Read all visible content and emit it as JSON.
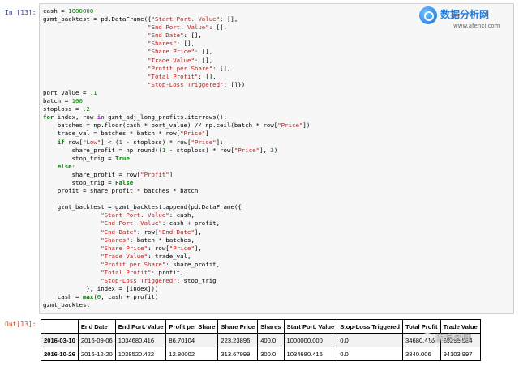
{
  "input_prompt": "In [13]:",
  "output_prompt": "Out[13]:",
  "logo": {
    "title": "数据分析网",
    "url": "www.afenxi.com"
  },
  "watermark": "沈浪老师",
  "code_lines": [
    [
      {
        "t": "cash = "
      },
      {
        "t": "1000000",
        "c": "num"
      }
    ],
    [
      {
        "t": "gzmt_backtest = pd.DataFrame({"
      },
      {
        "t": "\"Start Port. Value\"",
        "c": "str"
      },
      {
        "t": ": [],"
      }
    ],
    [
      {
        "t": "                             "
      },
      {
        "t": "\"End Port. Value\"",
        "c": "str"
      },
      {
        "t": ": [],"
      }
    ],
    [
      {
        "t": "                             "
      },
      {
        "t": "\"End Date\"",
        "c": "str"
      },
      {
        "t": ": [],"
      }
    ],
    [
      {
        "t": "                             "
      },
      {
        "t": "\"Shares\"",
        "c": "str"
      },
      {
        "t": ": [],"
      }
    ],
    [
      {
        "t": "                             "
      },
      {
        "t": "\"Share Price\"",
        "c": "str"
      },
      {
        "t": ": [],"
      }
    ],
    [
      {
        "t": "                             "
      },
      {
        "t": "\"Trade Value\"",
        "c": "str"
      },
      {
        "t": ": [],"
      }
    ],
    [
      {
        "t": "                             "
      },
      {
        "t": "\"Profit per Share\"",
        "c": "str"
      },
      {
        "t": ": [],"
      }
    ],
    [
      {
        "t": "                             "
      },
      {
        "t": "\"Total Profit\"",
        "c": "str"
      },
      {
        "t": ": [],"
      }
    ],
    [
      {
        "t": "                             "
      },
      {
        "t": "\"Stop-Loss Triggered\"",
        "c": "str"
      },
      {
        "t": ": []})"
      }
    ],
    [
      {
        "t": "port_value = "
      },
      {
        "t": ".1",
        "c": "num"
      }
    ],
    [
      {
        "t": "batch = "
      },
      {
        "t": "100",
        "c": "num"
      }
    ],
    [
      {
        "t": "stoploss = "
      },
      {
        "t": ".2",
        "c": "num"
      }
    ],
    [
      {
        "t": "for",
        "c": "kw"
      },
      {
        "t": " index, row "
      },
      {
        "t": "in",
        "c": "op"
      },
      {
        "t": " gzmt_adj_long_profits.iterrows():"
      }
    ],
    [
      {
        "t": "    batches = np.floor(cash * port_value) // np.ceil(batch * row["
      },
      {
        "t": "\"Price\"",
        "c": "str"
      },
      {
        "t": "])"
      }
    ],
    [
      {
        "t": "    trade_val = batches * batch * row["
      },
      {
        "t": "\"Price\"",
        "c": "str"
      },
      {
        "t": "]"
      }
    ],
    [
      {
        "t": "    "
      },
      {
        "t": "if",
        "c": "kw"
      },
      {
        "t": " row["
      },
      {
        "t": "\"Low\"",
        "c": "str"
      },
      {
        "t": "] < ("
      },
      {
        "t": "1",
        "c": "num"
      },
      {
        "t": " - stoploss) * row["
      },
      {
        "t": "\"Price\"",
        "c": "str"
      },
      {
        "t": "]:"
      }
    ],
    [
      {
        "t": "        share_profit = np.round(("
      },
      {
        "t": "1",
        "c": "num"
      },
      {
        "t": " - stoploss) * row["
      },
      {
        "t": "\"Price\"",
        "c": "str"
      },
      {
        "t": "], "
      },
      {
        "t": "2",
        "c": "num"
      },
      {
        "t": ")"
      }
    ],
    [
      {
        "t": "        stop_trig = "
      },
      {
        "t": "True",
        "c": "kw"
      }
    ],
    [
      {
        "t": "    "
      },
      {
        "t": "else",
        "c": "kw"
      },
      {
        "t": ":"
      }
    ],
    [
      {
        "t": "        share_profit = row["
      },
      {
        "t": "\"Profit\"",
        "c": "str"
      },
      {
        "t": "]"
      }
    ],
    [
      {
        "t": "        stop_trig = "
      },
      {
        "t": "False",
        "c": "kw"
      }
    ],
    [
      {
        "t": "    profit = share_profit * batches * batch"
      }
    ],
    [
      {
        "t": ""
      }
    ],
    [
      {
        "t": "    gzmt_backtest = gzmt_backtest.append(pd.DataFrame({"
      }
    ],
    [
      {
        "t": "                "
      },
      {
        "t": "\"Start Port. Value\"",
        "c": "str"
      },
      {
        "t": ": cash,"
      }
    ],
    [
      {
        "t": "                "
      },
      {
        "t": "\"End Port. Value\"",
        "c": "str"
      },
      {
        "t": ": cash + profit,"
      }
    ],
    [
      {
        "t": "                "
      },
      {
        "t": "\"End Date\"",
        "c": "str"
      },
      {
        "t": ": row["
      },
      {
        "t": "\"End Date\"",
        "c": "str"
      },
      {
        "t": "],"
      }
    ],
    [
      {
        "t": "                "
      },
      {
        "t": "\"Shares\"",
        "c": "str"
      },
      {
        "t": ": batch * batches,"
      }
    ],
    [
      {
        "t": "                "
      },
      {
        "t": "\"Share Price\"",
        "c": "str"
      },
      {
        "t": ": row["
      },
      {
        "t": "\"Price\"",
        "c": "str"
      },
      {
        "t": "],"
      }
    ],
    [
      {
        "t": "                "
      },
      {
        "t": "\"Trade Value\"",
        "c": "str"
      },
      {
        "t": ": trade_val,"
      }
    ],
    [
      {
        "t": "                "
      },
      {
        "t": "\"Profit per Share\"",
        "c": "str"
      },
      {
        "t": ": share_profit,"
      }
    ],
    [
      {
        "t": "                "
      },
      {
        "t": "\"Total Profit\"",
        "c": "str"
      },
      {
        "t": ": profit,"
      }
    ],
    [
      {
        "t": "                "
      },
      {
        "t": "\"Stop-Loss Triggered\"",
        "c": "str"
      },
      {
        "t": ": stop_trig"
      }
    ],
    [
      {
        "t": "            }, index = [index]))"
      }
    ],
    [
      {
        "t": "    cash = "
      },
      {
        "t": "max",
        "c": "kw"
      },
      {
        "t": "("
      },
      {
        "t": "0",
        "c": "num"
      },
      {
        "t": ", cash + profit)"
      }
    ],
    [
      {
        "t": "gzmt_backtest"
      }
    ]
  ],
  "table": {
    "columns": [
      "",
      "End Date",
      "End Port. Value",
      "Profit per Share",
      "Share Price",
      "Shares",
      "Start Port. Value",
      "Stop-Loss Triggered",
      "Total Profit",
      "Trade Value"
    ],
    "rows": [
      [
        "2016-03-10",
        "2016-09-06",
        "1034680.416",
        "86.70104",
        "223.23896",
        "400.0",
        "1000000.000",
        "0.0",
        "34680.416",
        "89295.584"
      ],
      [
        "2016-10-26",
        "2016-12-20",
        "1038520.422",
        "12.80002",
        "313.67999",
        "300.0",
        "1034680.416",
        "0.0",
        "3840.006",
        "94103.997"
      ]
    ]
  }
}
